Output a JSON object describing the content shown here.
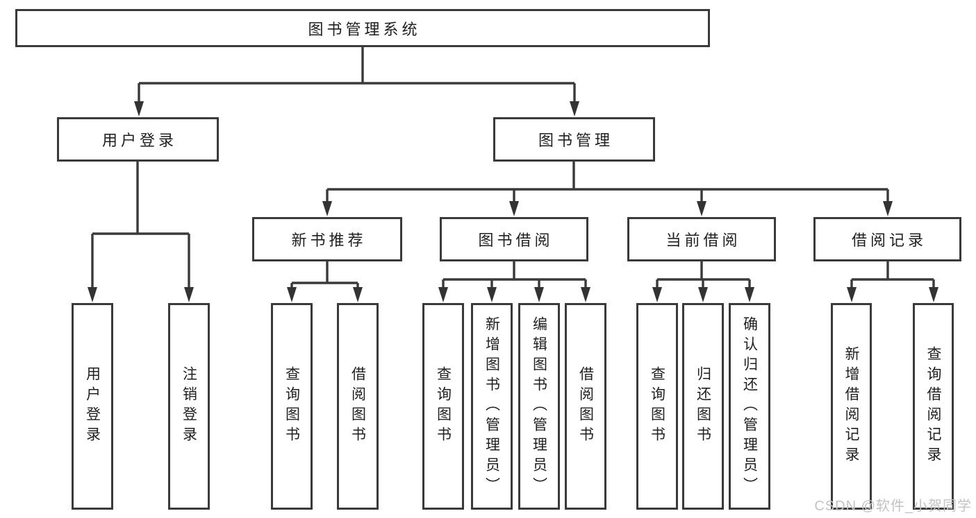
{
  "diagram": {
    "root": {
      "label": "图书管理系统"
    },
    "level2": [
      {
        "label": "用户登录"
      },
      {
        "label": "图书管理"
      }
    ],
    "level3": [
      {
        "label": "新书推荐"
      },
      {
        "label": "图书借阅"
      },
      {
        "label": "当前借阅"
      },
      {
        "label": "借阅记录"
      }
    ],
    "leaves": {
      "user_login": [
        "用户登录",
        "注销登录"
      ],
      "new_book": [
        "查询图书",
        "借阅图书"
      ],
      "book_borrow": [
        "查询图书",
        "新增图书（管理员）",
        "编辑图书（管理员）",
        "借阅图书"
      ],
      "current_borrow": [
        "查询图书",
        "归还图书",
        "确认归还（管理员）"
      ],
      "borrow_record": [
        "新增借阅记录",
        "查询借阅记录"
      ]
    },
    "colors": {
      "line": "#3a3a3a",
      "text": "#1f1f1f",
      "watermark": "#c3c3c3"
    }
  },
  "watermark": {
    "text": "CSDN @软件_小贺同学"
  }
}
